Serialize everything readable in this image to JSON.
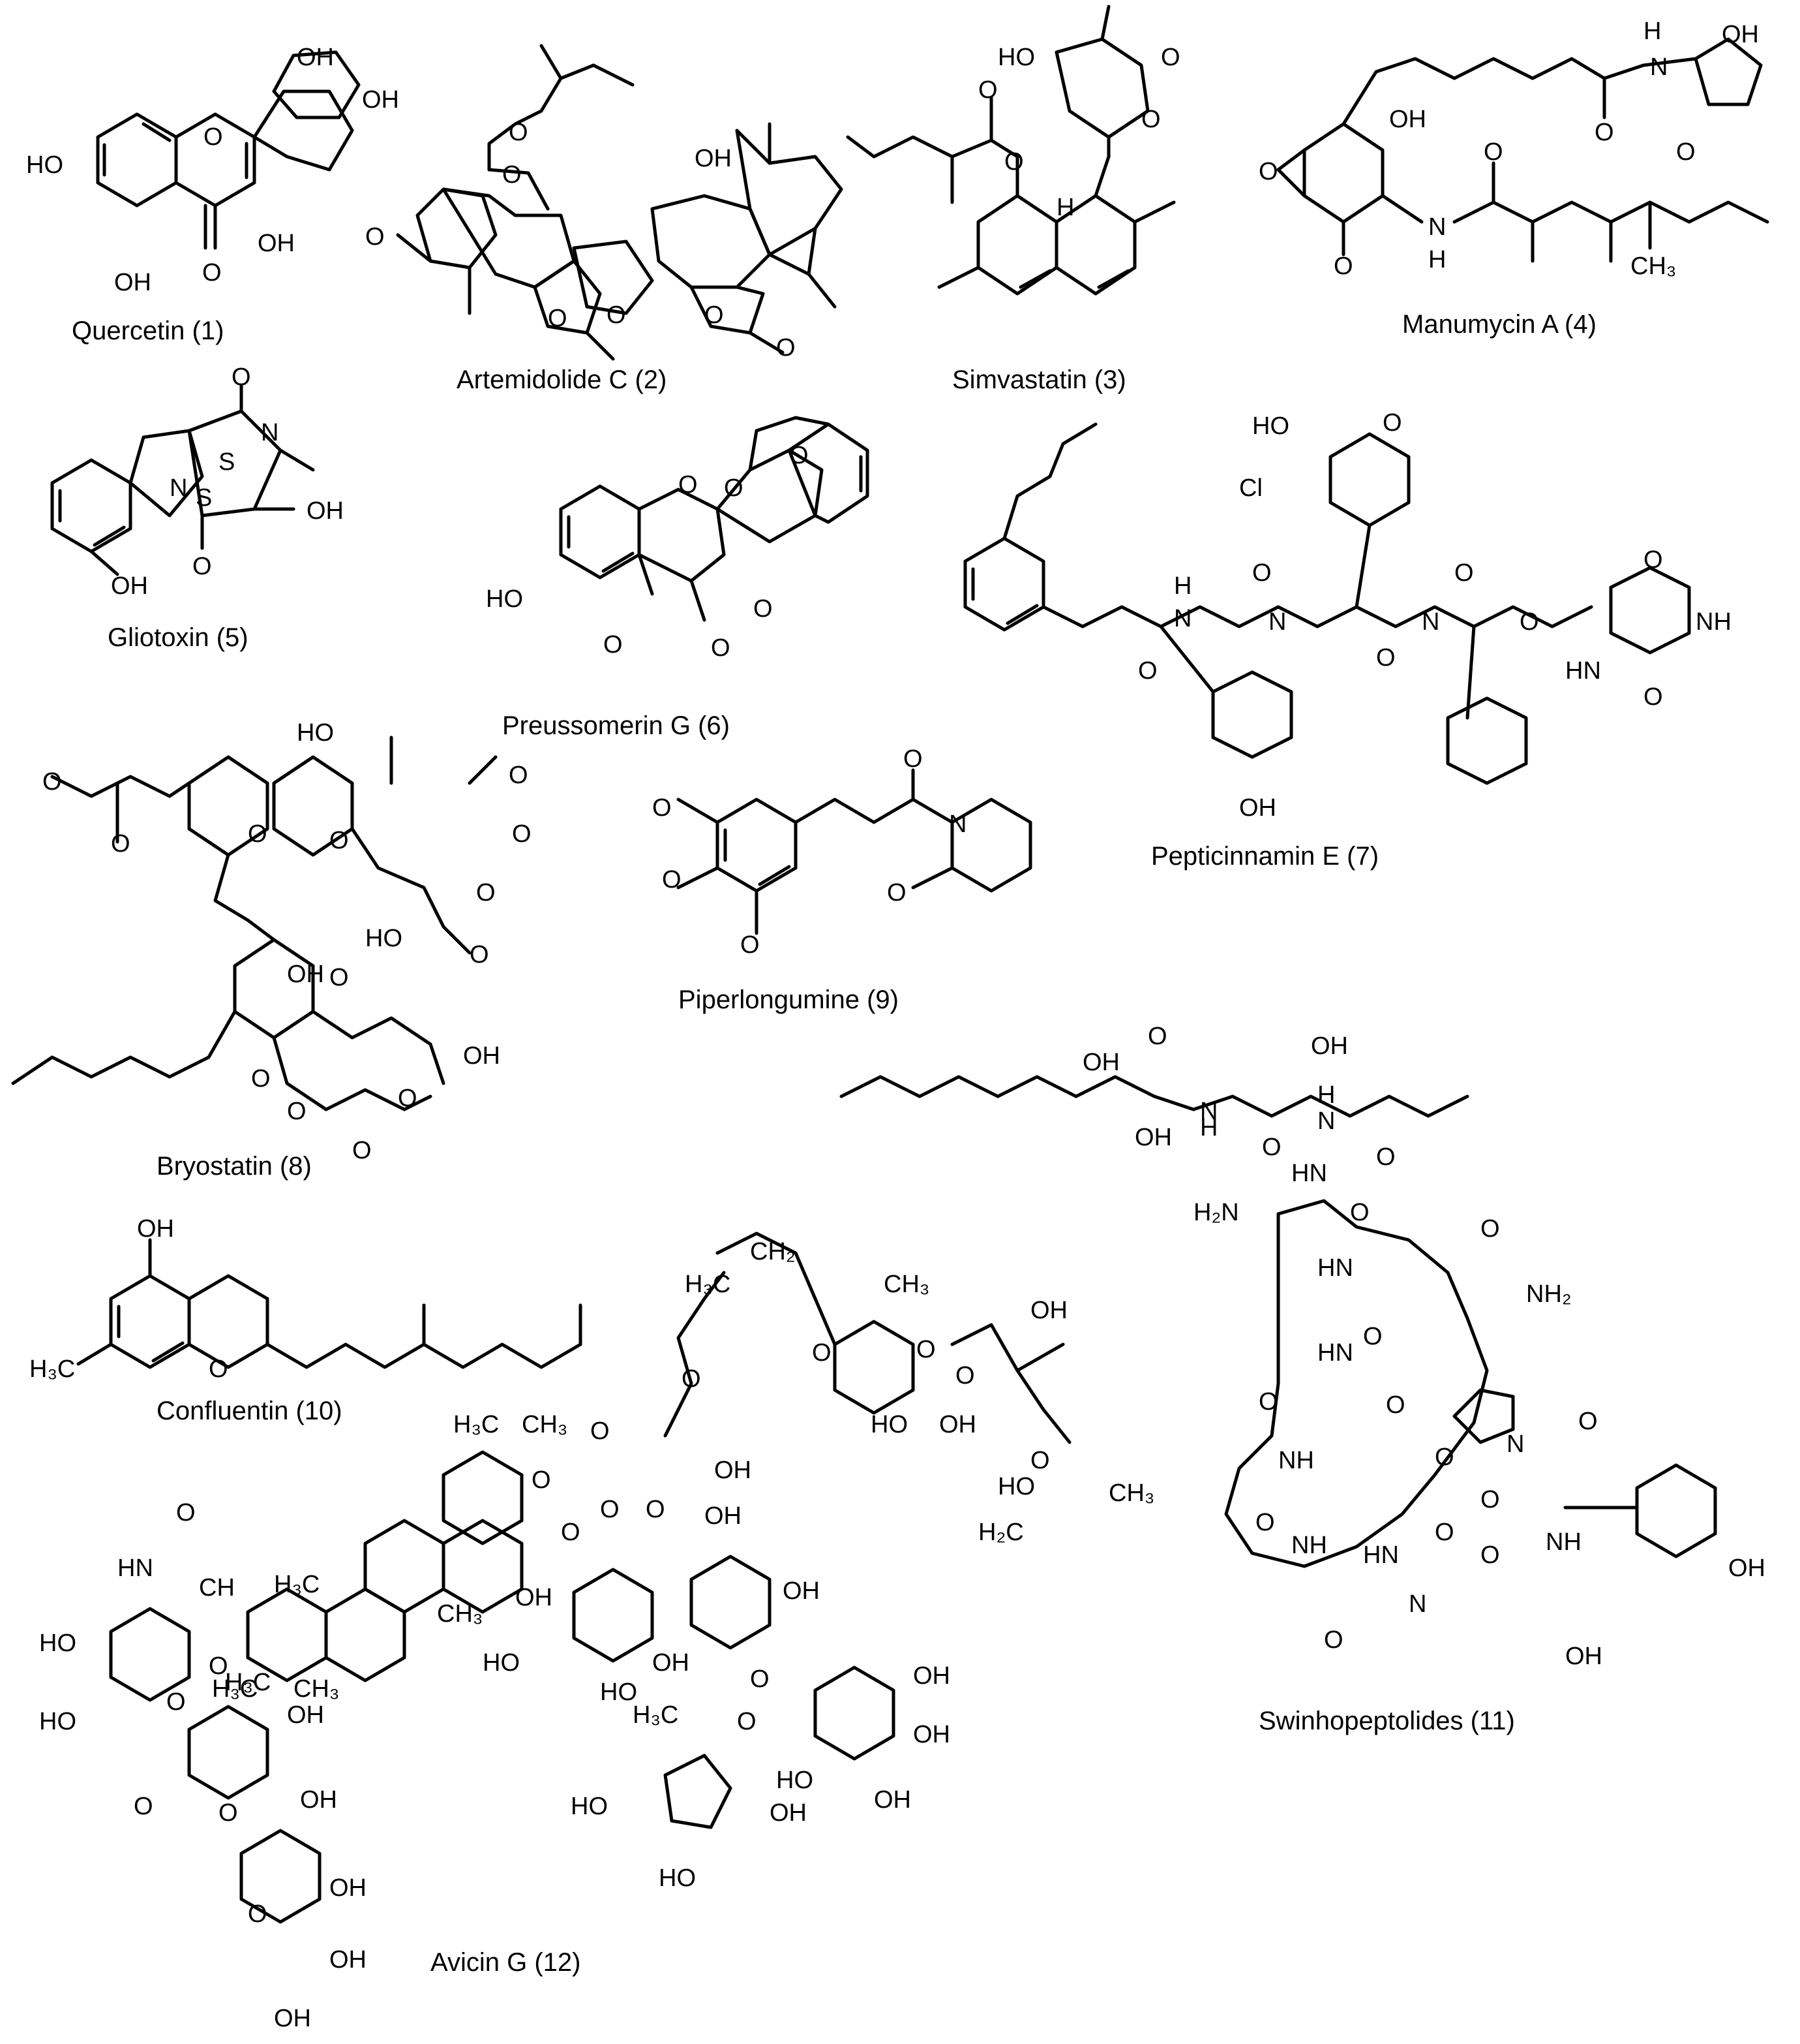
{
  "figure": {
    "compounds": [
      {
        "id": "c1",
        "name": "Quercetin (1)"
      },
      {
        "id": "c2",
        "name": "Artemidolide C (2)"
      },
      {
        "id": "c3",
        "name": "Simvastatin (3)"
      },
      {
        "id": "c4",
        "name": "Manumycin A (4)"
      },
      {
        "id": "c5",
        "name": "Gliotoxin (5)"
      },
      {
        "id": "c6",
        "name": "Preussomerin G (6)"
      },
      {
        "id": "c7",
        "name": "Pepticinnamin E (7)"
      },
      {
        "id": "c8",
        "name": "Bryostatin (8)"
      },
      {
        "id": "c9",
        "name": "Piperlongumine (9)"
      },
      {
        "id": "c10",
        "name": "Confluentin (10)"
      },
      {
        "id": "c11",
        "name": "Swinhopeptolides (11)"
      },
      {
        "id": "c12",
        "name": "Avicin G (12)"
      }
    ],
    "atom_labels": {
      "OH": "OH",
      "HO": "HO",
      "O": "O",
      "N": "N",
      "H": "H",
      "NH": "NH",
      "HN": "HN",
      "S": "S",
      "Cl": "Cl",
      "CH3": "CH₃",
      "H3C": "H₃C",
      "CH2": "CH₂",
      "H2C": "H₂C",
      "H2N": "H₂N",
      "NH2": "NH₂",
      "CH": "CH"
    }
  }
}
